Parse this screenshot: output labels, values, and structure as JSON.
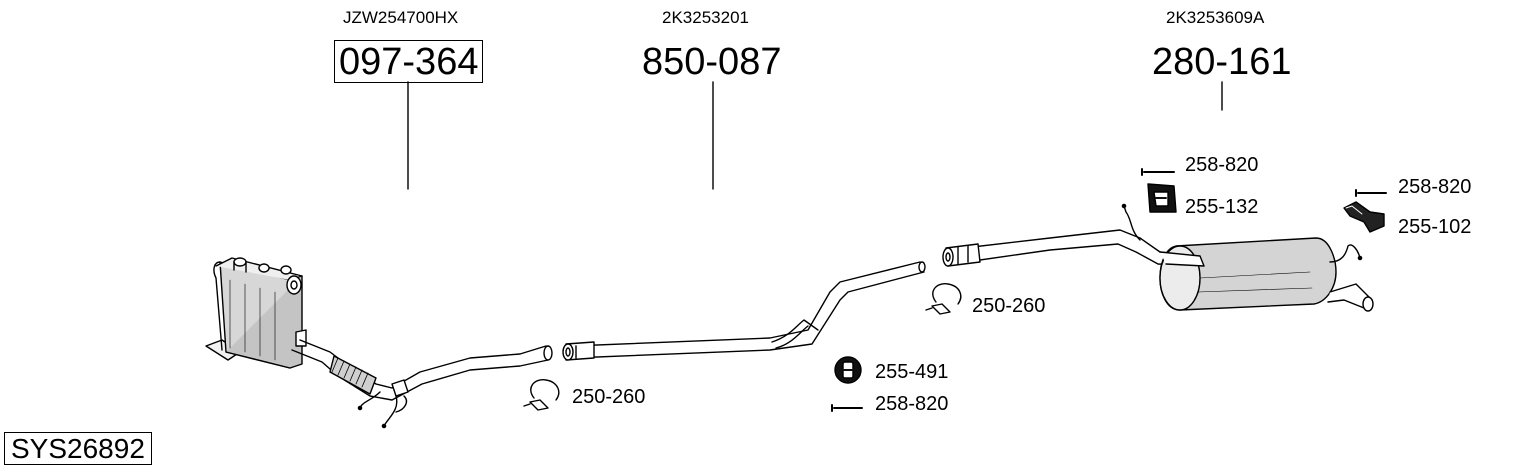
{
  "system_code": "SYS26892",
  "parts": [
    {
      "oe": "JZW254700HX",
      "number": "097-364",
      "boxed": true
    },
    {
      "oe": "2K3253201",
      "number": "850-087",
      "boxed": false
    },
    {
      "oe": "2K3253609A",
      "number": "280-161",
      "boxed": false
    }
  ],
  "accessories": {
    "clamp_1": "250-260",
    "clamp_2": "250-260",
    "rubber_mount_1": "255-491",
    "bolt_1": "258-820",
    "bolt_2": "258-820",
    "rubber_mount_2": "255-132",
    "bolt_3": "258-820",
    "bracket_1": "255-102"
  }
}
